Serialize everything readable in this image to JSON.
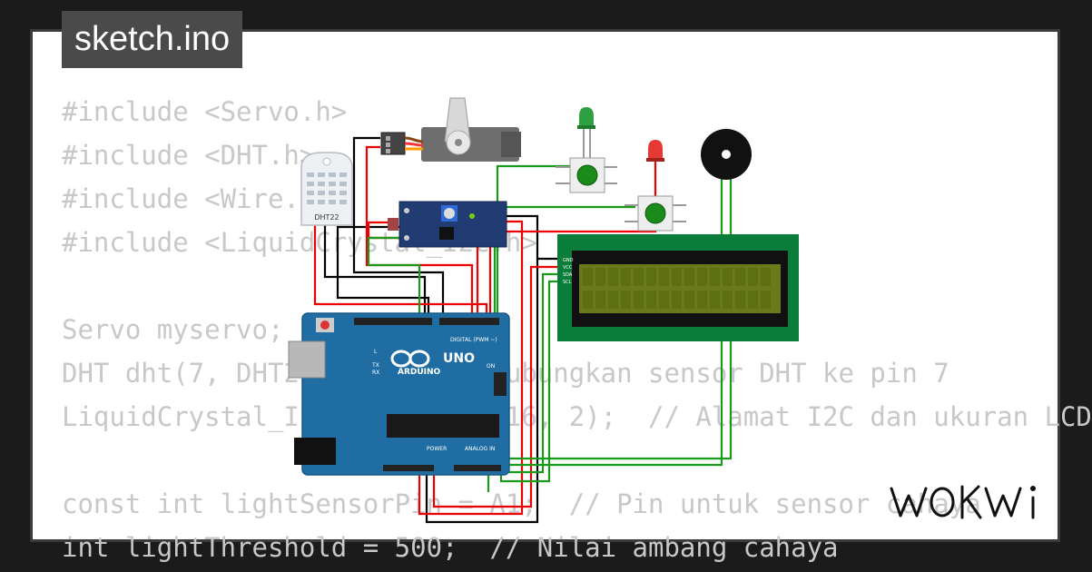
{
  "file_tab": {
    "label": "sketch.ino"
  },
  "code_lines": [
    "#include <Servo.h>",
    "#include <DHT.h>",
    "#include <Wire.h>",
    "#include <LiquidCrystal_I2C.h>",
    "",
    "Servo myservo;",
    "DHT dht(7, DHT22);  // Menghubungkan sensor DHT ke pin 7",
    "LiquidCrystal_I2C lcd(0x27, 16, 2);  // Alamat I2C dan ukuran LCD",
    "",
    "const int lightSensorPin = A1;  // Pin untuk sensor cahaya",
    "int lightThreshold = 500;  // Nilai ambang cahaya"
  ],
  "components": {
    "dht": {
      "label": "DHT22"
    },
    "arduino": {
      "brand": "ARDUINO",
      "model": "UNO",
      "digital_header": "DIGITAL (PWM ~)",
      "power_header": "POWER",
      "analog_header": "ANALOG IN",
      "on_label": "ON",
      "l_label": "L",
      "tx_label": "TX",
      "rx_label": "RX"
    },
    "lcd": {
      "pins": [
        "GND",
        "VCC",
        "SDA",
        "SCL"
      ]
    },
    "led_green": {
      "color": "#2ea043"
    },
    "led_red": {
      "color": "#e53935"
    }
  },
  "brand": {
    "logo_text": "WOKWI"
  }
}
